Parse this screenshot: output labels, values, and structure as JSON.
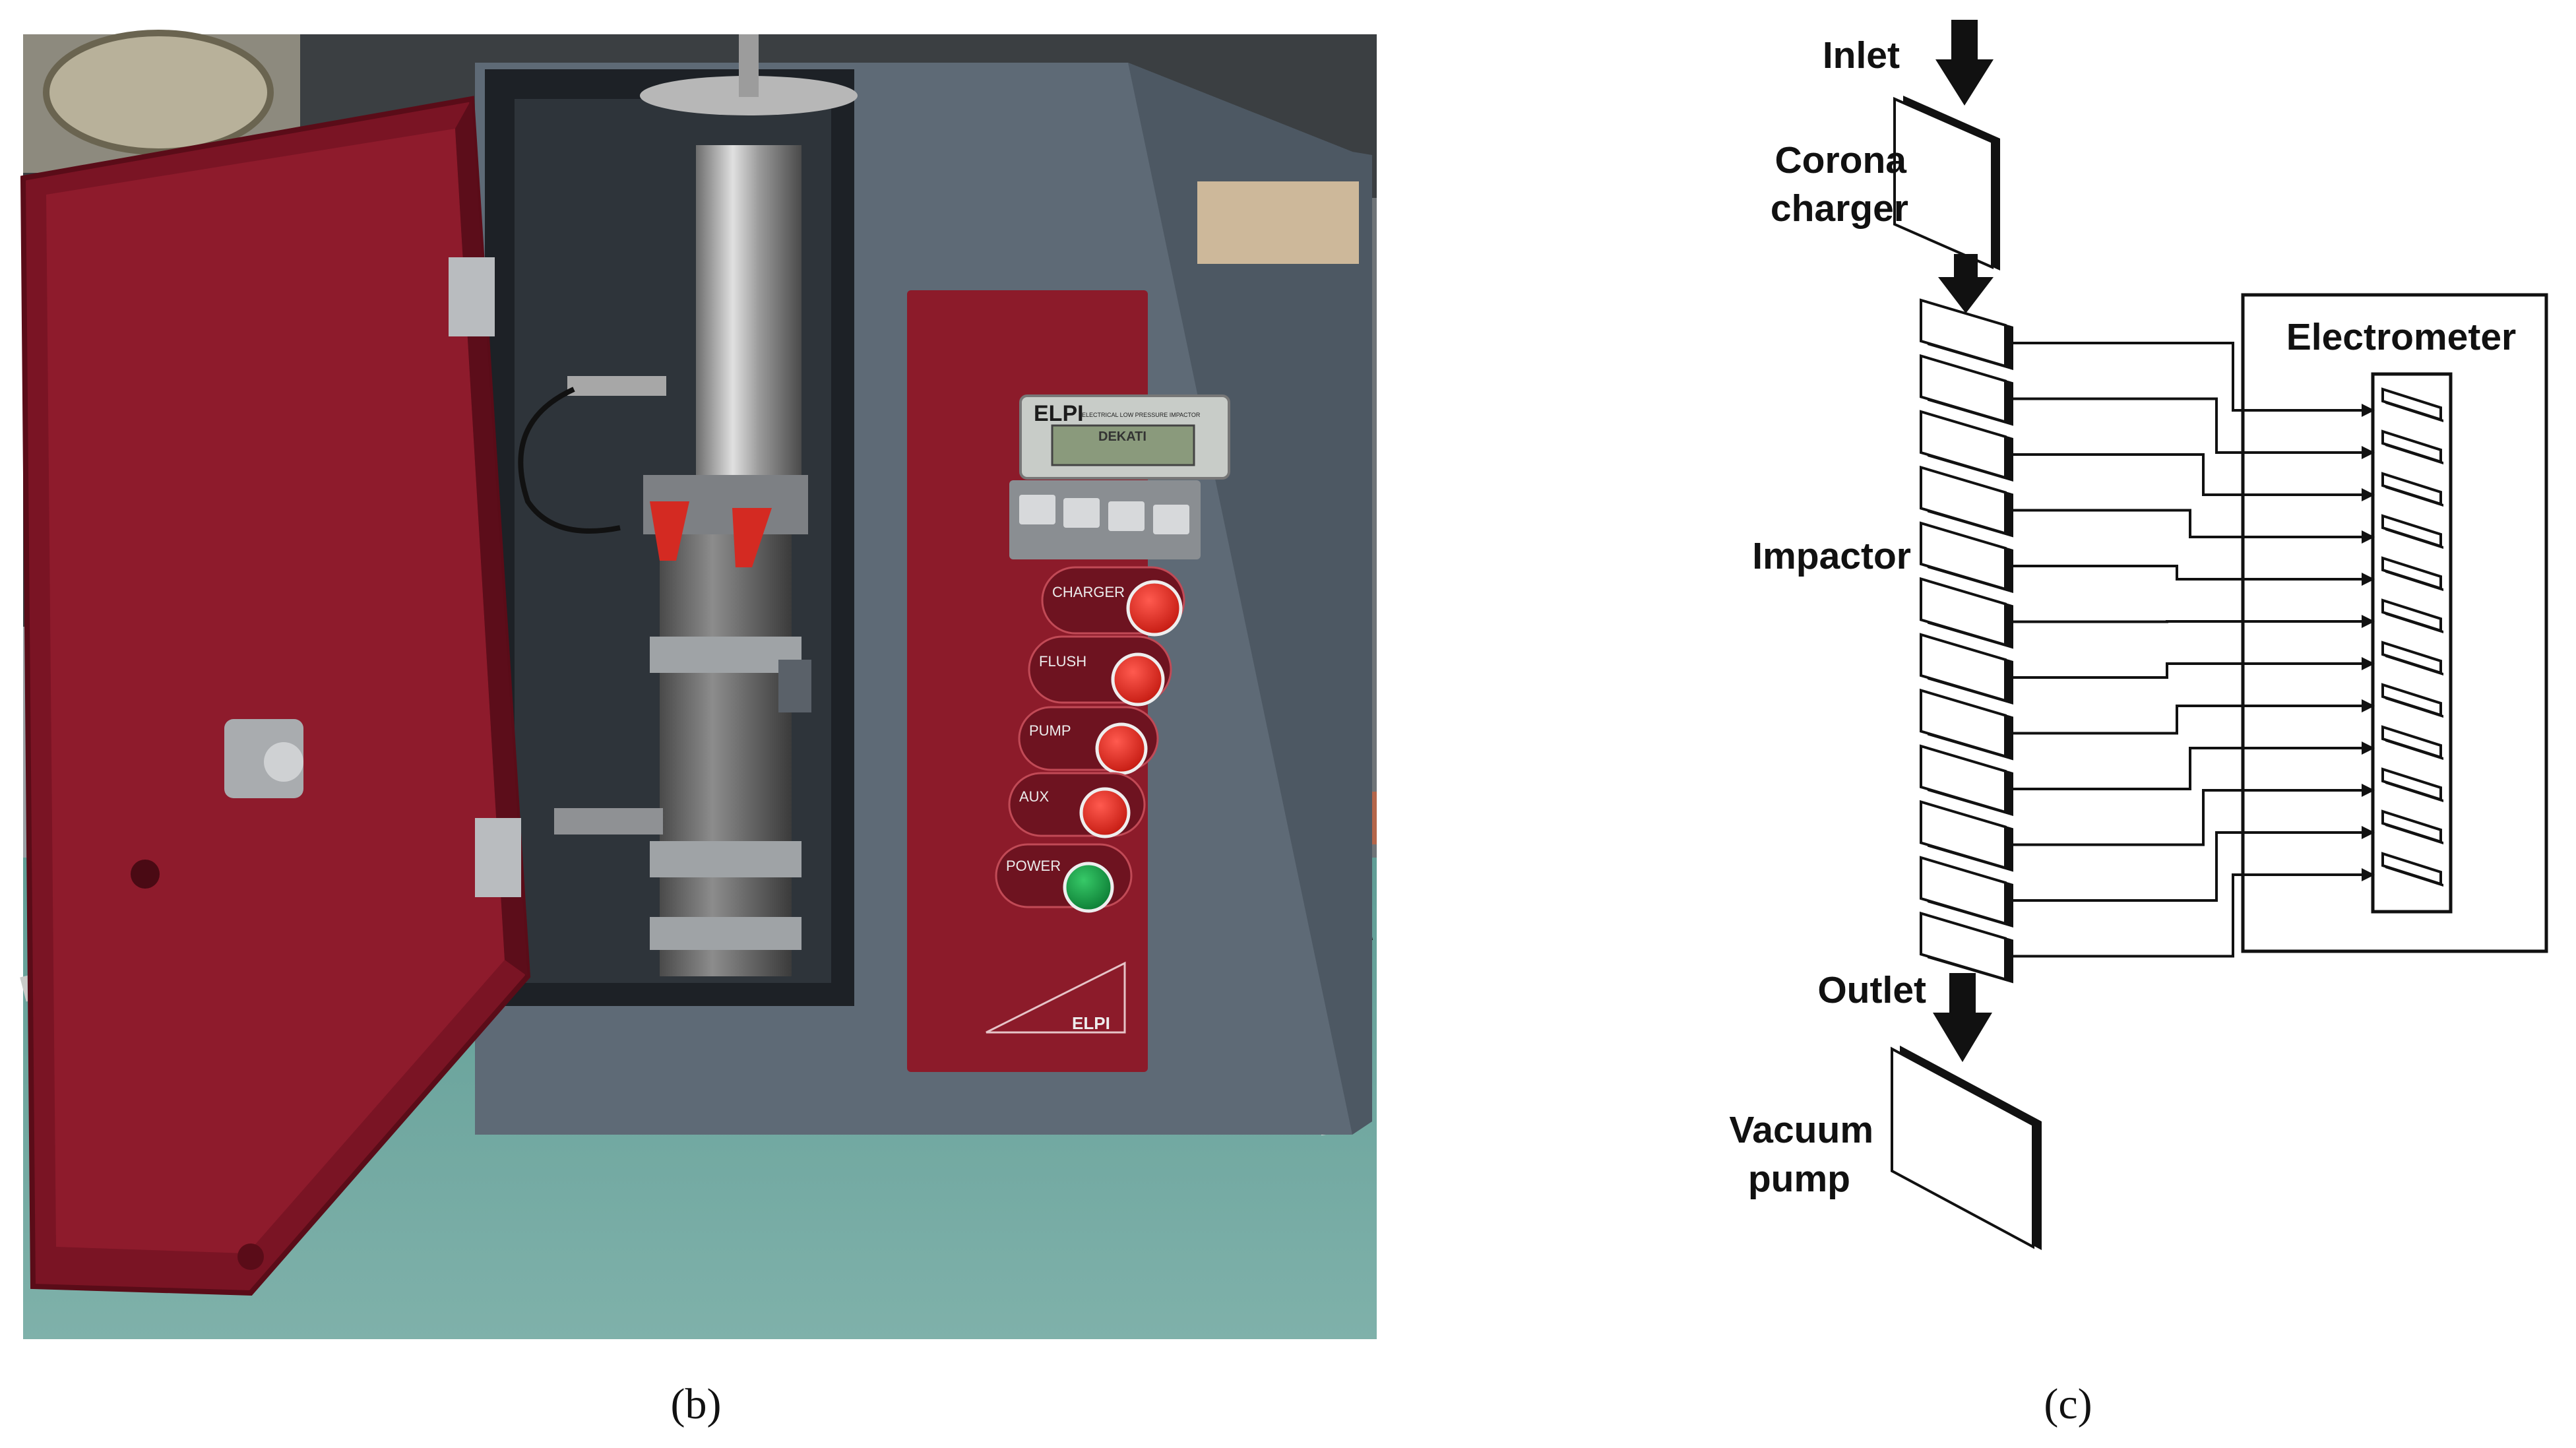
{
  "photo": {
    "caption": "(b)",
    "panel_labels": {
      "charger": "CHARGER",
      "flush": "FLUSH",
      "pump": "PUMP",
      "aux": "AUX",
      "power": "POWER"
    },
    "logo_text": "ELPI",
    "logo_subtitle": "ELECTRICAL LOW PRESSURE IMPACTOR",
    "maker": "DEKATI",
    "plate_text": "ELPI"
  },
  "schematic": {
    "caption": "(c)",
    "labels": {
      "inlet": "Inlet",
      "corona_line1": "Corona",
      "corona_line2": "charger",
      "impactor": "Impactor",
      "electrometer": "Electrometer",
      "outlet": "Outlet",
      "vacuum_line1": "Vacuum",
      "vacuum_line2": "pump"
    }
  }
}
